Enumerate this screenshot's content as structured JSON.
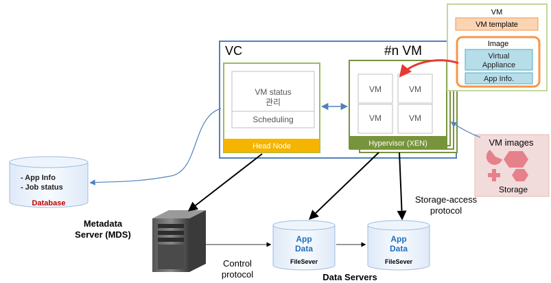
{
  "vc": {
    "label": "VC"
  },
  "vm_group": {
    "label": "#n VM",
    "vm_box": "VM"
  },
  "head_node": {
    "vm_status": "VM status",
    "manage": "관리",
    "scheduling": "Scheduling",
    "footer": "Head Node"
  },
  "hypervisor": {
    "footer": "Hypervisor (XEN)"
  },
  "vm_detail": {
    "title": "VM",
    "template": "VM template",
    "image": "Image",
    "virtual_appliance_1": "Virtual",
    "virtual_appliance_2": "Appliance",
    "app_info": "App Info."
  },
  "storage": {
    "vm_images": "VM images",
    "label": "Storage"
  },
  "database": {
    "line1": "- App Info",
    "line2": "- Job status",
    "label": "Database"
  },
  "mds": {
    "line1": "Metadata",
    "line2": "Server (MDS)"
  },
  "control_protocol": {
    "line1": "Control",
    "line2": "protocol"
  },
  "storage_access": {
    "line1": "Storage-access",
    "line2": "protocol"
  },
  "fileserver": {
    "app": "App",
    "data": "Data",
    "label": "FileSever"
  },
  "data_servers": {
    "label": "Data Servers"
  },
  "colors": {
    "vc_border": "#4f81bd",
    "head_node_green": "#9bbb59",
    "head_node_footer": "#f5b400",
    "hypervisor_green": "#77933c",
    "accent_orange": "#f79646",
    "va_fill": "#b7dde8",
    "db_red": "#c00000",
    "app_blue": "#1f6fbf"
  }
}
